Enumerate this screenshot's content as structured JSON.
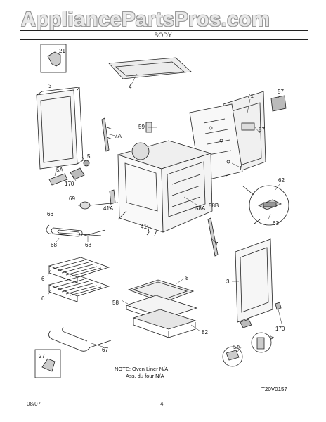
{
  "header": {
    "watermark": "AppliancePartsPros.com",
    "section_title": "BODY"
  },
  "labels": {
    "p21": "21",
    "p3_top": "3",
    "p4": "4",
    "p71": "71",
    "p57": "57",
    "p59": "59",
    "p7A": "7A",
    "p87": "87",
    "p1": "1",
    "p5_left": "5",
    "p5A_left": "5A",
    "p170_left": "170",
    "p69": "69",
    "p41A": "41A",
    "p58A": "58A",
    "p58B": "58B",
    "p62": "62",
    "p63": "63",
    "p66": "66",
    "p41": "41",
    "p68_right": "68",
    "p68_left": "68",
    "p7": "7",
    "p6_top": "6",
    "p6_bottom": "6",
    "p3_right": "3",
    "p8": "8",
    "p58": "58",
    "p82": "82",
    "p170_right": "170",
    "p5_right": "5",
    "p5A_right": "5A",
    "p67": "67",
    "p27": "27"
  },
  "note": {
    "line1": "NOTE: Oven Liner N/A",
    "line2": "Ass. du four N/A"
  },
  "drawing_code": "T20V0157",
  "footer": {
    "date": "08/07",
    "page": "4"
  }
}
